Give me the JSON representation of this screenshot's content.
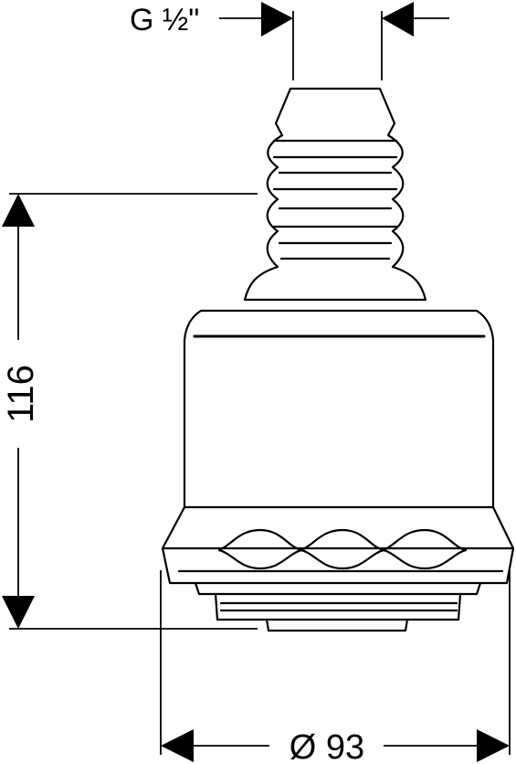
{
  "dimensions": {
    "thread_label": "G ½\"",
    "height_label": "116",
    "diameter_label": "Ø 93"
  },
  "colors": {
    "line": "#000000",
    "background": "#ffffff"
  }
}
